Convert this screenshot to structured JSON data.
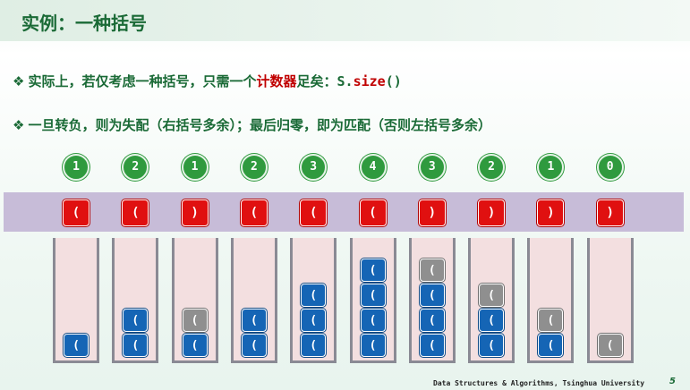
{
  "title": "实例：一种括号",
  "bullets": [
    {
      "mark": "❖",
      "pre": "实际上，若仅考虑一种括号，只需一个",
      "highlight": "计数器",
      "post": "足矣：",
      "code_obj": "S.",
      "code_fn": "size",
      "code_end": "()"
    },
    {
      "mark": "❖",
      "text": "一旦转负，则为失配（右括号多余）；最后归零，即为匹配（否则左括号多余）"
    }
  ],
  "counters": [
    "1",
    "2",
    "1",
    "2",
    "3",
    "4",
    "3",
    "2",
    "1",
    "0"
  ],
  "inputs": [
    "(",
    "(",
    ")",
    "(",
    "(",
    "(",
    ")",
    ")",
    ")",
    ")"
  ],
  "stacks": [
    [
      {
        "t": "(",
        "c": "blue"
      }
    ],
    [
      {
        "t": "(",
        "c": "blue"
      },
      {
        "t": "(",
        "c": "blue"
      }
    ],
    [
      {
        "t": "(",
        "c": "blue"
      },
      {
        "t": "(",
        "c": "gray"
      }
    ],
    [
      {
        "t": "(",
        "c": "blue"
      },
      {
        "t": "(",
        "c": "blue"
      }
    ],
    [
      {
        "t": "(",
        "c": "blue"
      },
      {
        "t": "(",
        "c": "blue"
      },
      {
        "t": "(",
        "c": "blue"
      }
    ],
    [
      {
        "t": "(",
        "c": "blue"
      },
      {
        "t": "(",
        "c": "blue"
      },
      {
        "t": "(",
        "c": "blue"
      },
      {
        "t": "(",
        "c": "blue"
      }
    ],
    [
      {
        "t": "(",
        "c": "blue"
      },
      {
        "t": "(",
        "c": "blue"
      },
      {
        "t": "(",
        "c": "blue"
      },
      {
        "t": "(",
        "c": "gray"
      }
    ],
    [
      {
        "t": "(",
        "c": "blue"
      },
      {
        "t": "(",
        "c": "blue"
      },
      {
        "t": "(",
        "c": "gray"
      }
    ],
    [
      {
        "t": "(",
        "c": "blue"
      },
      {
        "t": "(",
        "c": "gray"
      }
    ],
    [
      {
        "t": "(",
        "c": "gray"
      }
    ]
  ],
  "footer": "Data Structures & Algorithms, Tsinghua University",
  "page_number": "5",
  "colors": {
    "accent": "#1a6a36",
    "highlight": "#c00000",
    "counter": "#2f9a3e",
    "input": "#e01010",
    "stack_elem": "#1565b5",
    "popped_elem": "#8f8f8f"
  }
}
